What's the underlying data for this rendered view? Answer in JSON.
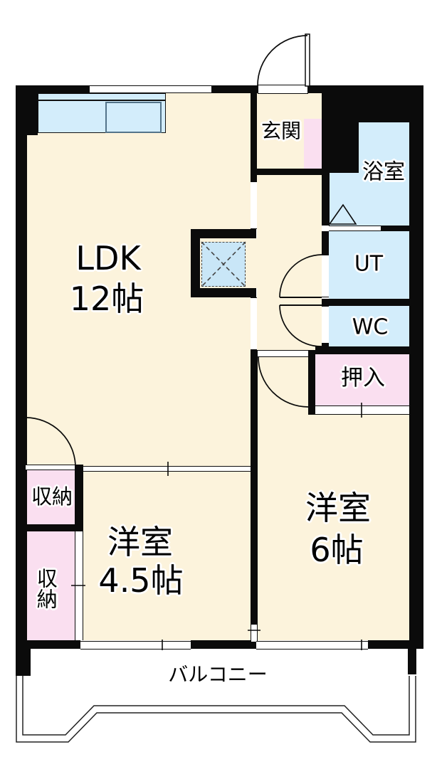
{
  "floorplan": {
    "rooms": {
      "ldk": {
        "name": "LDK",
        "size": "12帖"
      },
      "genkan": {
        "name": "玄関"
      },
      "bath": {
        "name": "浴室"
      },
      "ut": {
        "name": "UT"
      },
      "wc": {
        "name": "WC"
      },
      "oshiire": {
        "name": "押入"
      },
      "room6": {
        "name": "洋室",
        "size": "6帖"
      },
      "room45": {
        "name": "洋室",
        "size": "4.5帖"
      },
      "closet_upper": {
        "name": "収納"
      },
      "closet_lower": {
        "name": "収納"
      },
      "balcony": {
        "name": "バルコニー"
      }
    },
    "colors": {
      "floor": "#FCF3DC",
      "wet_area": "#D3EDFB",
      "closet": "#FADFF0",
      "pipe_space": "#C9E6F7",
      "wall": "#0B0B0B"
    }
  }
}
